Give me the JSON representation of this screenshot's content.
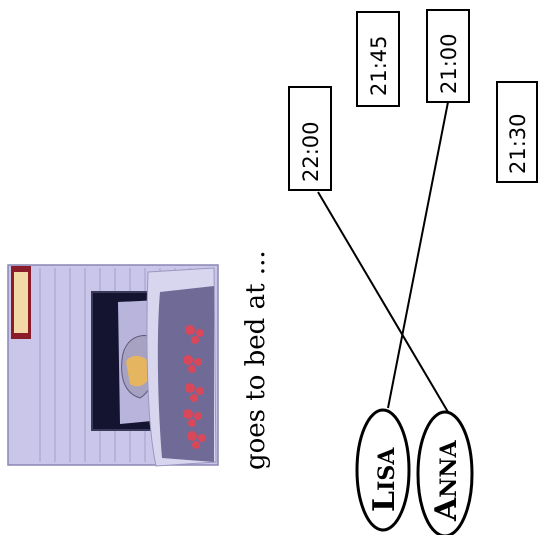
{
  "caption": "goes to bed at ...",
  "times": [
    "21:45",
    "21:00",
    "22:00",
    "21:30"
  ],
  "names": [
    {
      "big": "L",
      "small": "ISA"
    },
    {
      "big": "A",
      "small": "NNA"
    }
  ],
  "matches": [
    {
      "name": "Lisa",
      "time": "21:00"
    },
    {
      "name": "Anna",
      "time": "22:00"
    }
  ],
  "colors": {
    "room": "#c9c6ea",
    "bedspread": "#6f6a96",
    "flowers": "#d8485a",
    "hair": "#a8a2c2",
    "face": "#e6b560",
    "frame": "#8b1d2a"
  }
}
